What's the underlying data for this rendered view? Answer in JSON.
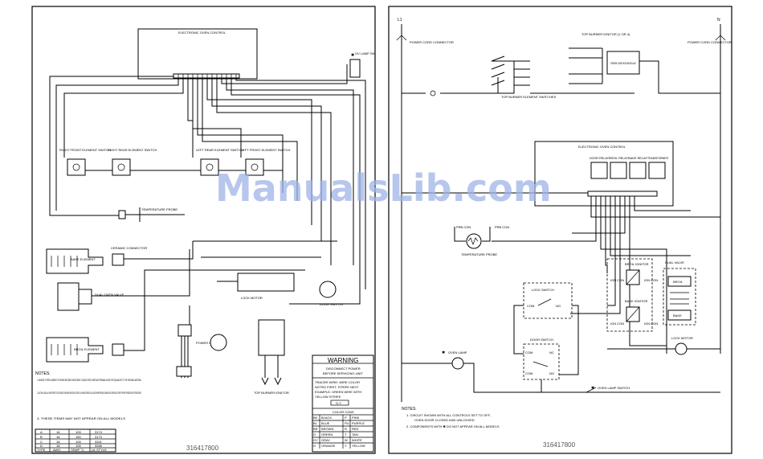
{
  "left_sheet": {
    "control_title": "ELECTRONIC OVEN CONTROL",
    "oven_lamp": "OV LAMP SW",
    "temperature_probe": "TEMPERATURE PROBE",
    "element_switches": [
      "RIGHT FRONT ELEMENT SWITCH",
      "RIGHT REAR ELEMENT SWITCH",
      "LEFT REAR ELEMENT SWITCH",
      "LEFT FRONT ELEMENT SWITCH"
    ],
    "ceramic_connectors": "CERAMIC CONNECTOR",
    "bake_element": "BAKE ELEMENT",
    "broil_element": "BROIL ELEMENT",
    "dual_oven_valve": "DUAL OVEN VALVE",
    "lock_motor": "LOCK MOTOR",
    "door_switch": "DOOR SWITCH",
    "power_cord": "POWER CORD",
    "top_burner_ignition": "TOP BURNER IGNITOR",
    "notes_title": "NOTES:",
    "notes": [
      "1. DANGER: IF REPLACEMENT OF WIRING BECOMES NECESSARY, CONDUCTORS, WIRE AND TERMINALS MUST BE EQUIVALENT TO THE ORIGINAL MATERIAL",
      "2. CAUTION: LABEL ALL WIRES PRIOR TO DISCONNECTION WHEN SERVICING CONTROLS. WIRING ERRORS CAN CAUSE IMPROPER AND DANGEROUS OPERATION. VERIFY PROPER OPERATION AFTER SERVICING",
      "3. THESE ITEMS MAY NOT APPEAR ON ALL MODELS"
    ],
    "warning_title": "WARNING",
    "warning_lines": [
      "DISCONNECT POWER",
      "BEFORE SERVICING UNIT"
    ],
    "tracer_text": [
      "TRACER WIRE: WIRE COLOR",
      "NOTED FIRST, STRIPE NEXT",
      "EXAMPLE: GREEN WIRE WITH",
      "YELLOW STRIPE"
    ],
    "tracer_example": "G-Y",
    "color_code_title": "COLOR CODE",
    "color_code": [
      [
        "BK",
        "BLACK",
        "P",
        "PINK"
      ],
      [
        "BL",
        "BLUE",
        "PU",
        "PURPLE"
      ],
      [
        "BR",
        "BROWN",
        "R",
        "RED"
      ],
      [
        "G",
        "GREEN",
        "T",
        "TAN"
      ],
      [
        "GY",
        "GRAY",
        "W",
        "WHITE"
      ],
      [
        "O",
        "ORANGE",
        "Y",
        "YELLOW"
      ]
    ],
    "gauge_table": [
      [
        "A",
        "16",
        "105",
        "3174"
      ],
      [
        "B",
        "16",
        "150",
        "3173"
      ],
      [
        "C",
        "18",
        "105",
        "3321"
      ],
      [
        "D",
        "18",
        "105",
        "3266"
      ],
      [
        "TYPE",
        "AWG",
        "TEMP °C",
        "UL STYLE"
      ]
    ],
    "part_number": "316417800"
  },
  "right_sheet": {
    "l1": "L1",
    "n": "N",
    "power_cord_left": "POWER CORD CONNECTOR",
    "power_cord_right": "POWER CORD CONNECTOR",
    "top_burner_ignitor": "TOP BURNER IGNITOR (1 OR 4)",
    "spark_module": "SPARK IGNITION MODULE",
    "surface_switches": "TOP BURNER ELEMENT SWITCHES",
    "control_title": "ELECTRONIC OVEN CONTROL",
    "relays": [
      "DOOR RELAY",
      "BROIL RELAY",
      "BAKE RELAY",
      "TRANSFORMER"
    ],
    "probe": "TEMPERATURE PROBE",
    "probe_con_left": "PRB CON",
    "probe_con_right": "PRB CON",
    "lock_switch": "LOCK SWITCH",
    "com": "COM",
    "no": "NO",
    "nc": "NC",
    "door_switch": "DOOR SWITCH",
    "oven_lamp": "OVEN LAMP",
    "oven_lamp_switch": "OVEN LAMP SWITCH",
    "broil_ignitor": "BROIL IGNITOR",
    "bake_ignitor": "BAKE IGNITOR",
    "dual_valve": "DUAL VALVE",
    "broil": "BROIL",
    "bake": "BAKE",
    "ign_con": "IGN CON",
    "lock_motor": "LOCK MOTOR",
    "notes_title": "NOTES:",
    "notes": [
      "1. CIRCUIT SHOWN WITH ALL CONTROLS SET TO OFF,",
      "OVEN DOOR CLOSED AND UNLOCKED",
      "2. COMPONENTS WITH  ✱  DO NOT APPEAR ON ALL MODELS"
    ],
    "part_number": "316417800"
  },
  "watermark": "ManualsLib.com"
}
